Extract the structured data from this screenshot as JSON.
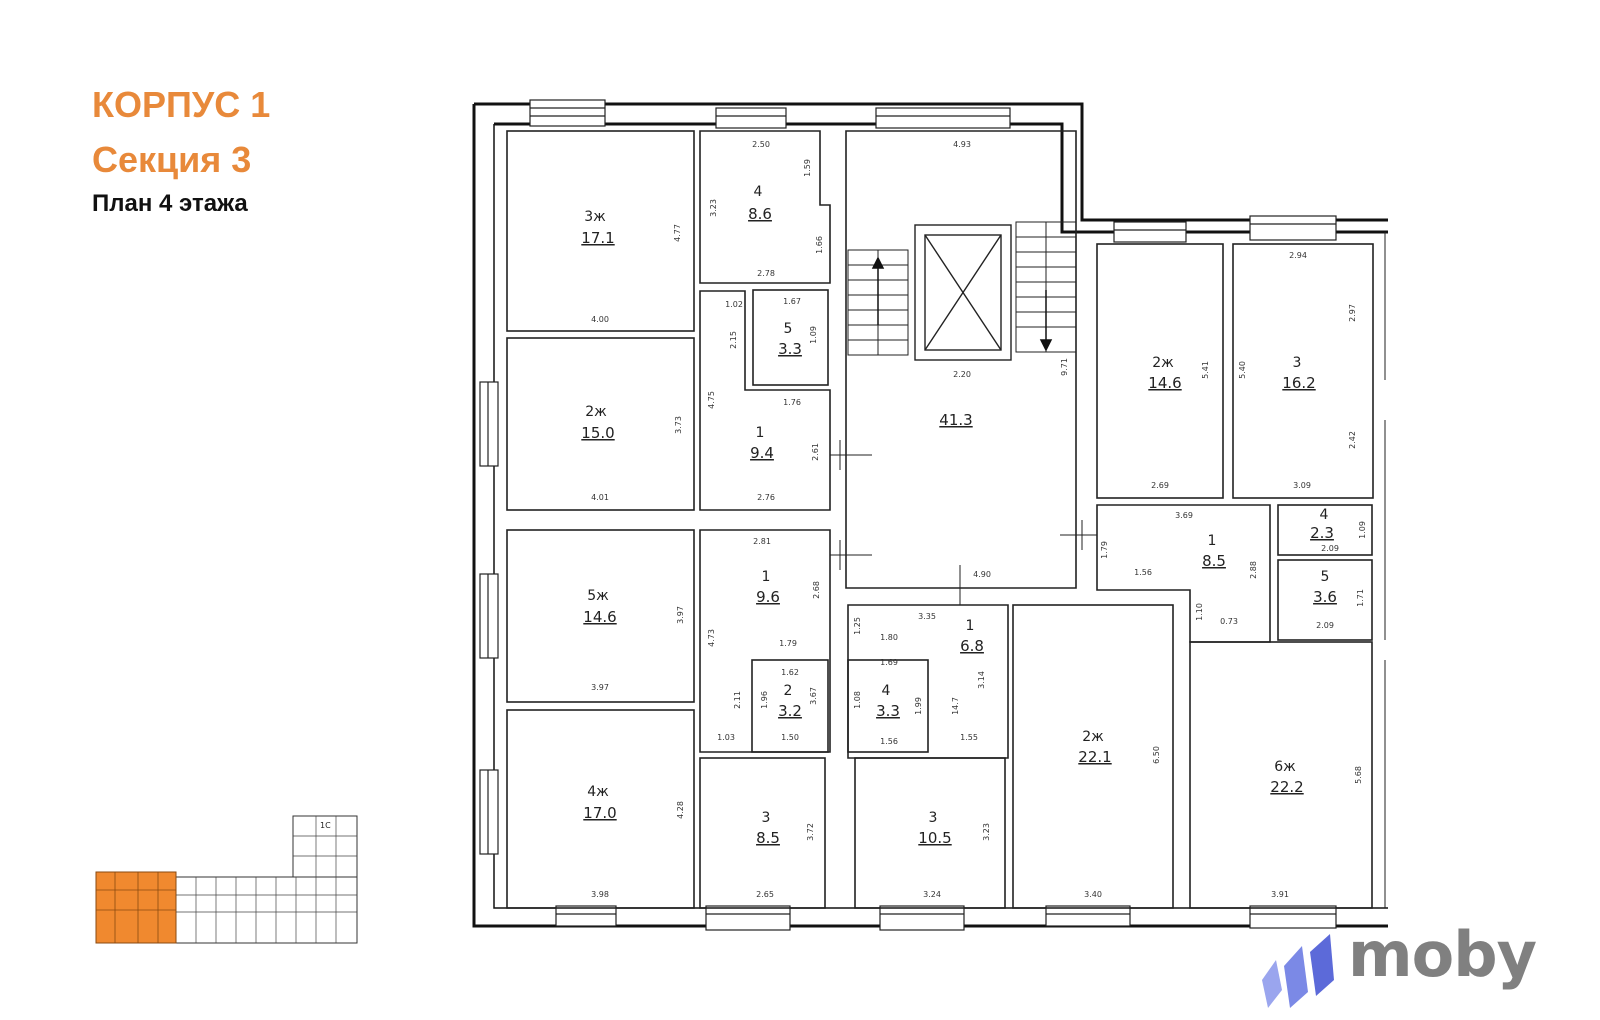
{
  "header": {
    "building": "КОРПУС 1",
    "section": "Секция 3",
    "floor_plan": "План 4 этажа"
  },
  "brand": {
    "name": "moby"
  },
  "colors": {
    "accent": "#e8893a",
    "brand_gray": "#808080",
    "brand_blue": "#7b89e6"
  },
  "rooms": [
    {
      "id": "r1",
      "num": "3ж",
      "area": "17.1"
    },
    {
      "id": "r2",
      "num": "4",
      "area": "8.6"
    },
    {
      "id": "r3",
      "num": "5",
      "area": "3.3"
    },
    {
      "id": "r4",
      "num": "2ж",
      "area": "15.0"
    },
    {
      "id": "r5",
      "num": "1",
      "area": "9.4"
    },
    {
      "id": "r6",
      "num": "",
      "area": "41.3"
    },
    {
      "id": "r7",
      "num": "2ж",
      "area": "14.6"
    },
    {
      "id": "r8",
      "num": "3",
      "area": "16.2"
    },
    {
      "id": "r9",
      "num": "5ж",
      "area": "14.6"
    },
    {
      "id": "r10",
      "num": "1",
      "area": "9.6"
    },
    {
      "id": "r11",
      "num": "2",
      "area": "3.2"
    },
    {
      "id": "r12",
      "num": "1",
      "area": "6.8"
    },
    {
      "id": "r13",
      "num": "4",
      "area": "3.3"
    },
    {
      "id": "r14",
      "num": "1",
      "area": "8.5"
    },
    {
      "id": "r15",
      "num": "4",
      "area": "2.3"
    },
    {
      "id": "r16",
      "num": "5",
      "area": "3.6"
    },
    {
      "id": "r17",
      "num": "4ж",
      "area": "17.0"
    },
    {
      "id": "r18",
      "num": "3",
      "area": "8.5"
    },
    {
      "id": "r19",
      "num": "3",
      "area": "10.5"
    },
    {
      "id": "r20",
      "num": "2ж",
      "area": "22.1"
    },
    {
      "id": "r21",
      "num": "6ж",
      "area": "22.2"
    }
  ],
  "dims": [
    "4.77",
    "4.00",
    "2.50",
    "1.59",
    "3.23",
    "1.66",
    "2.78",
    "4.93",
    "1.02",
    "1.67",
    "2.15",
    "1.09",
    "4.75",
    "1.76",
    "2.61",
    "2.76",
    "3.73",
    "4.01",
    "2.20",
    "9.71",
    "2.94",
    "5.41",
    "5.40",
    "2.97",
    "2.42",
    "2.69",
    "3.09",
    "3.69",
    "1.09",
    "2.09",
    "1.79",
    "1.56",
    "2.88",
    "1.10",
    "0.73",
    "1.71",
    "2.09",
    "2.81",
    "2.68",
    "4.73",
    "1.79",
    "4.90",
    "1.25",
    "3.35",
    "1.80",
    "1.69",
    "1.62",
    "3.67",
    "2.11",
    "1.96",
    "1.08",
    "1.99",
    "14.7",
    "3.14",
    "1.03",
    "1.50",
    "1.56",
    "1.55",
    "3.97",
    "3.97",
    "4.28",
    "3.98",
    "3.72",
    "2.65",
    "3.23",
    "3.24",
    "6.50",
    "3.40",
    "5.68",
    "3.91"
  ],
  "key_plan": {
    "label": "1С"
  }
}
